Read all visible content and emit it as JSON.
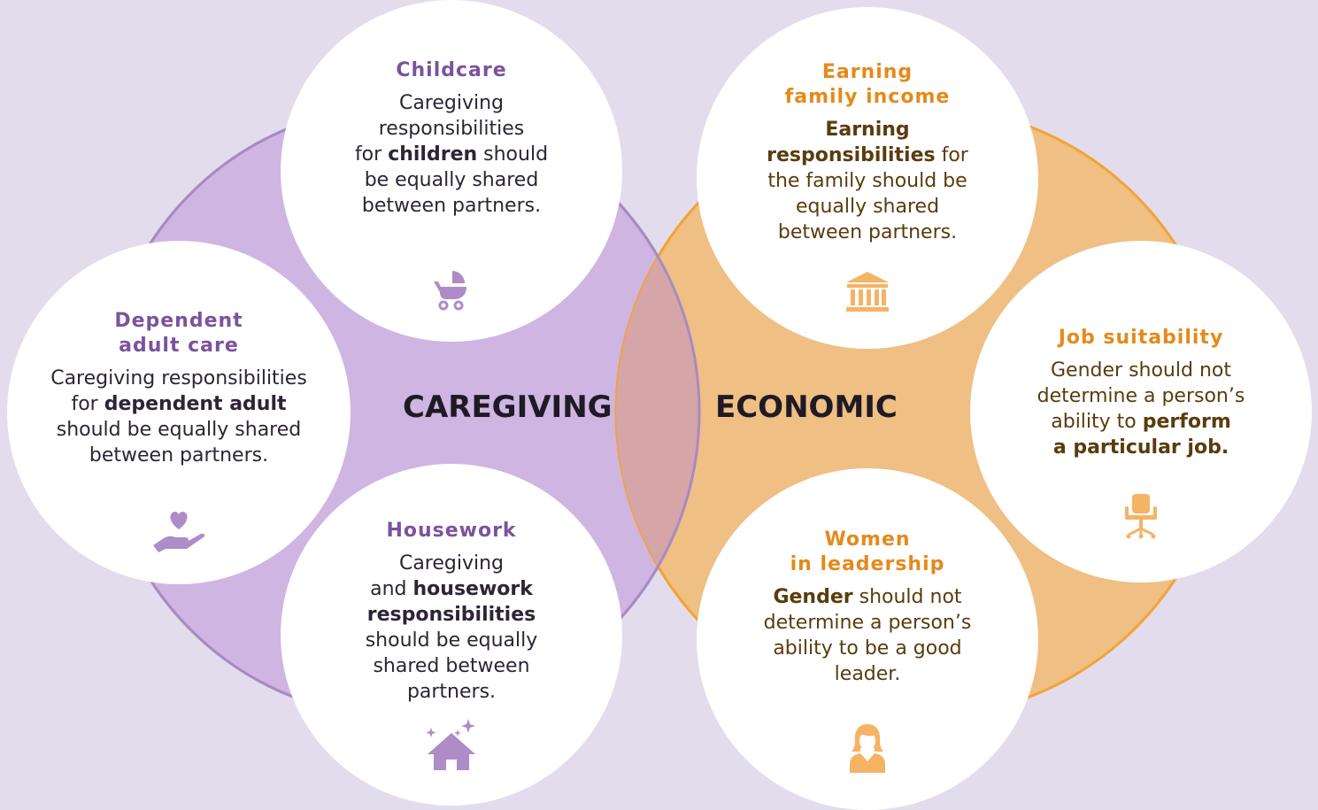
{
  "colors": {
    "background": "#e3dced",
    "caregiving_fill": "#cfb5e2",
    "caregiving_stroke": "#a88ac3",
    "economic_fill": "#efbf83",
    "economic_stroke": "#f3a333",
    "overlap": "#d5a5a7",
    "purple_accent": "#7b539c",
    "orange_accent": "#e48a1a",
    "purple_icon": "#ad8cc8",
    "orange_icon": "#f5b364"
  },
  "groups": {
    "caregiving": "CAREGIVING",
    "economic": "ECONOMIC"
  },
  "childcare": {
    "title": "Childcare",
    "line1": "Caregiving",
    "line2": "responsibilities",
    "line3_pre": "for ",
    "line3_bold": "children",
    "line3_post": " should",
    "line4": "be equally shared",
    "line5": "between partners.",
    "icon": "stroller-icon"
  },
  "dependent": {
    "title": "Dependent\nadult care",
    "line1": "Caregiving responsibilities",
    "line2_pre": "for ",
    "line2_bold": "dependent adult",
    "line3": "should be equally shared",
    "line4": "between partners.",
    "icon": "heart-hand-icon"
  },
  "housework": {
    "title": "Housework",
    "line1": "Caregiving",
    "line2_pre": "and ",
    "line2_bold": "housework",
    "line3_bold": "responsibilities",
    "line4": "should be equally",
    "line5": "shared between",
    "line6": "partners.",
    "icon": "sparkling-house-icon"
  },
  "earning": {
    "title": "Earning\nfamily income",
    "line1_bold": "Earning",
    "line2_bold": "responsibilities",
    "line2_post": " for",
    "line3": "the family should be",
    "line4": "equally shared",
    "line5": "between partners.",
    "icon": "bank-icon"
  },
  "job": {
    "title": "Job suitability",
    "line1": "Gender should not",
    "line2": "determine a person’s",
    "line3_pre": "ability to ",
    "line3_bold": "perform",
    "line4_bold": "a particular job.",
    "icon": "office-chair-icon"
  },
  "women": {
    "title": "Women\nin leadership",
    "line1_bold": "Gender",
    "line1_post": " should not",
    "line2": "determine a person’s",
    "line3": "ability to be a good",
    "line4": "leader.",
    "icon": "businesswoman-icon"
  }
}
